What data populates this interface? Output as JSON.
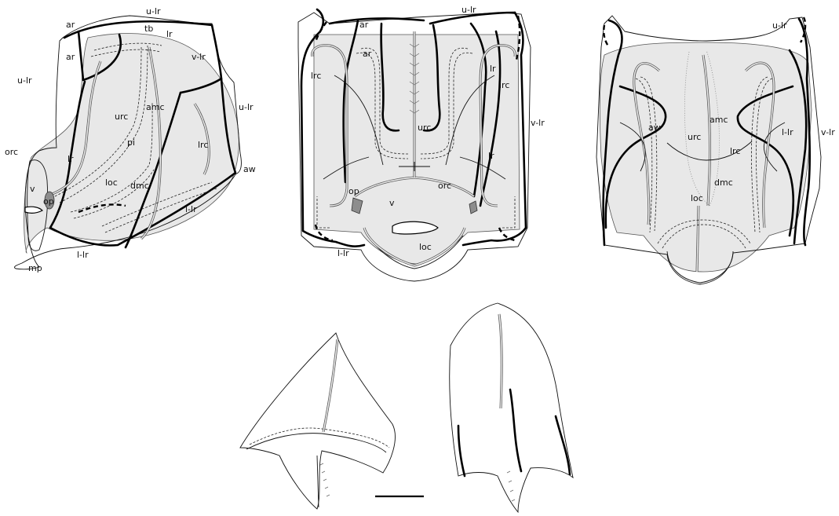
{
  "labels": {
    "ar": "ar",
    "u_lr": "u-lr",
    "tb": "tb",
    "lr": "lr",
    "v_lr": "v-lr",
    "amc": "amc",
    "urc": "urc",
    "pi": "pi",
    "lrc": "lrc",
    "orc": "orc",
    "v": "v",
    "op": "op",
    "loc": "loc",
    "dmc": "dmc",
    "aw": "aw",
    "l_lr": "l-lr",
    "mp": "mp"
  }
}
